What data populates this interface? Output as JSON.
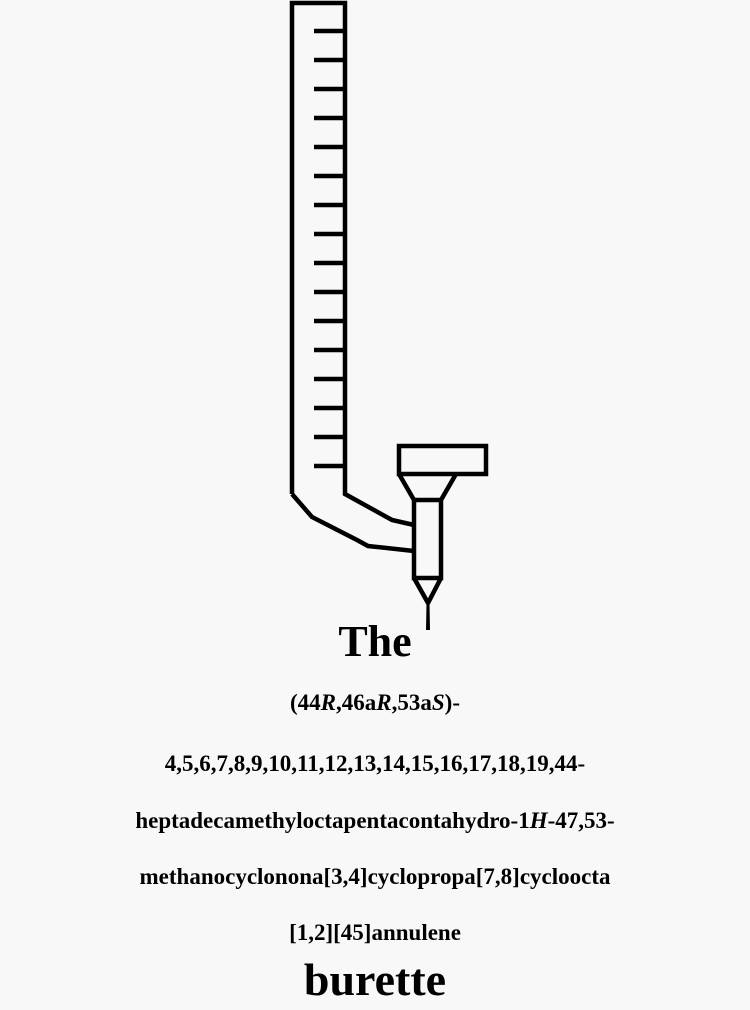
{
  "sticker": {
    "background_color": "#f8f8f8",
    "ink_color": "#000000",
    "illustration": {
      "subject": "burette-icon",
      "tick_count": 16
    },
    "title_top": "The",
    "chemical_name": {
      "line1": {
        "pre": "(44",
        "i1": "R",
        "mid1": ",46a",
        "i2": "R",
        "mid2": ",53a",
        "i3": "S",
        "post": ")-"
      },
      "line2": "4,5,6,7,8,9,10,11,12,13,14,15,16,17,18,19,44-",
      "line3": {
        "pre": "heptadecamethyloctapentacontahydro-1",
        "i1": "H",
        "post": "-47,53-"
      },
      "line4": "methanocyclonona[3,4]cyclopropa[7,8]cycloocta",
      "line5": "[1,2][45]annulene"
    },
    "title_bottom": "burette"
  }
}
